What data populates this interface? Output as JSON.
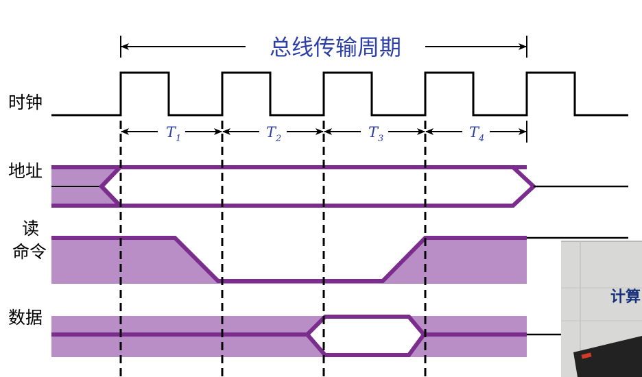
{
  "title": "总线传输周期",
  "signals": {
    "clock": "时钟",
    "address": "地址",
    "read_cmd_line1": "读",
    "read_cmd_line2": "命令",
    "data": "数据"
  },
  "periods": [
    {
      "label": "T",
      "sub": "1"
    },
    {
      "label": "T",
      "sub": "2"
    },
    {
      "label": "T",
      "sub": "3"
    },
    {
      "label": "T",
      "sub": "4"
    }
  ],
  "photo_caption": "计算",
  "colors": {
    "signal_fill": "#b98ec7",
    "signal_stroke": "#7b2d8e",
    "title_blue": "#2c3fa6",
    "line": "#000000"
  }
}
